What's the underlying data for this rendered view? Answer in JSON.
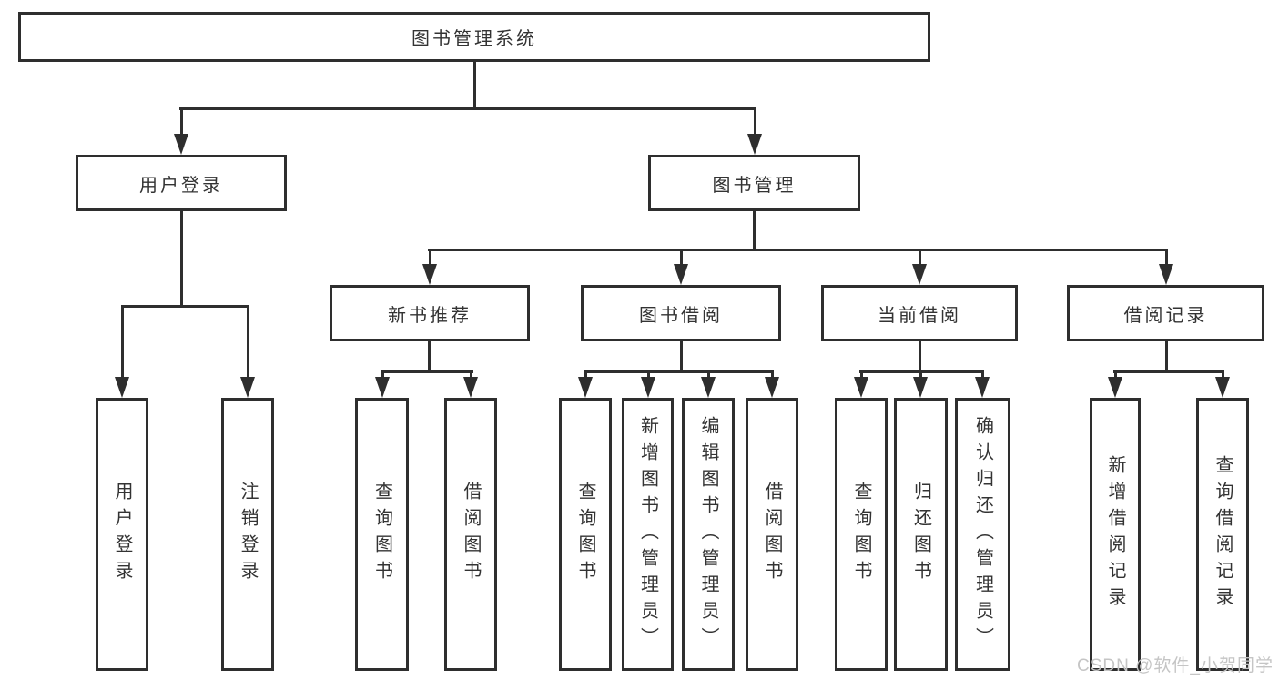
{
  "colors": {
    "line": "#2e2e2e",
    "text": "#333333",
    "watermark": "#c5c5c5"
  },
  "nodes": {
    "root": {
      "label": "图书管理系统"
    },
    "user_login": {
      "label": "用户登录"
    },
    "book_mgmt": {
      "label": "图书管理"
    },
    "new_books": {
      "label": "新书推荐"
    },
    "book_borrow": {
      "label": "图书借阅"
    },
    "current_borrow": {
      "label": "当前借阅"
    },
    "borrow_records": {
      "label": "借阅记录"
    }
  },
  "leaves": {
    "user_login": [
      "用户登录",
      "注销登录"
    ],
    "new_books": [
      "查询图书",
      "借阅图书"
    ],
    "book_borrow": [
      "查询图书",
      "新增图书（管理员）",
      "编辑图书（管理员）",
      "借阅图书"
    ],
    "current_borrow": [
      "查询图书",
      "归还图书",
      "确认归还（管理员）"
    ],
    "borrow_records": [
      "新增借阅记录",
      "查询借阅记录"
    ]
  },
  "watermark": "CSDN @软件_小贺同学"
}
